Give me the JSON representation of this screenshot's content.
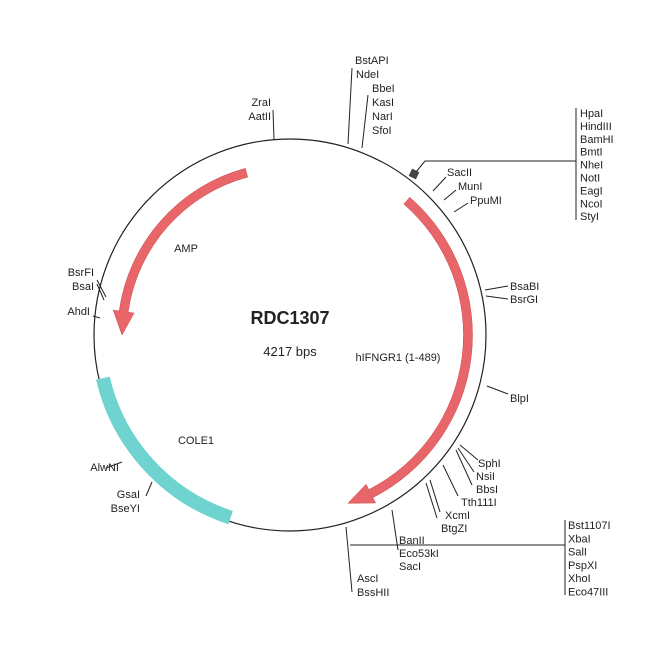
{
  "plasmid": {
    "name": "RDC1307",
    "size": "4217 bps"
  },
  "colors": {
    "gene": "#e8666a",
    "ori": "#6fd3cf"
  },
  "features": {
    "amp": "AMP",
    "hifngr1": "hIFNGR1 (1-489)",
    "cole1": "COLE1"
  },
  "sites": {
    "zra": "ZraI",
    "aat": "AatII",
    "bstapi": "BstAPI",
    "nde": "NdeI",
    "bbe": "BbeI",
    "kas": "KasI",
    "nar": "NarI",
    "sfo": "SfoI",
    "mcs1": [
      "HpaI",
      "HindIII",
      "BamHI",
      "BmtI",
      "NheI",
      "NotI",
      "EagI",
      "NcoI",
      "StyI"
    ],
    "sacii": "SacII",
    "mun": "MunI",
    "ppumi": "PpuMI",
    "bsabi": "BsaBI",
    "bsrgi": "BsrGI",
    "blp": "BlpI",
    "sph": "SphI",
    "nsi": "NsiI",
    "bbs": "BbsI",
    "tth": "Tth111I",
    "xcm": "XcmI",
    "btgz": "BtgZI",
    "ban": "BanII",
    "eco53": "Eco53kI",
    "sac": "SacI",
    "mcs2": [
      "Bst1107I",
      "XbaI",
      "SalI",
      "PspXI",
      "XhoI",
      "Eco47III"
    ],
    "asc": "AscI",
    "bsshii": "BssHII",
    "bsrfi": "BsrFI",
    "bsa": "BsaI",
    "ahd": "AhdI",
    "alwni": "AlwNI",
    "gsa": "GsaI",
    "bseyi": "BseYI"
  }
}
